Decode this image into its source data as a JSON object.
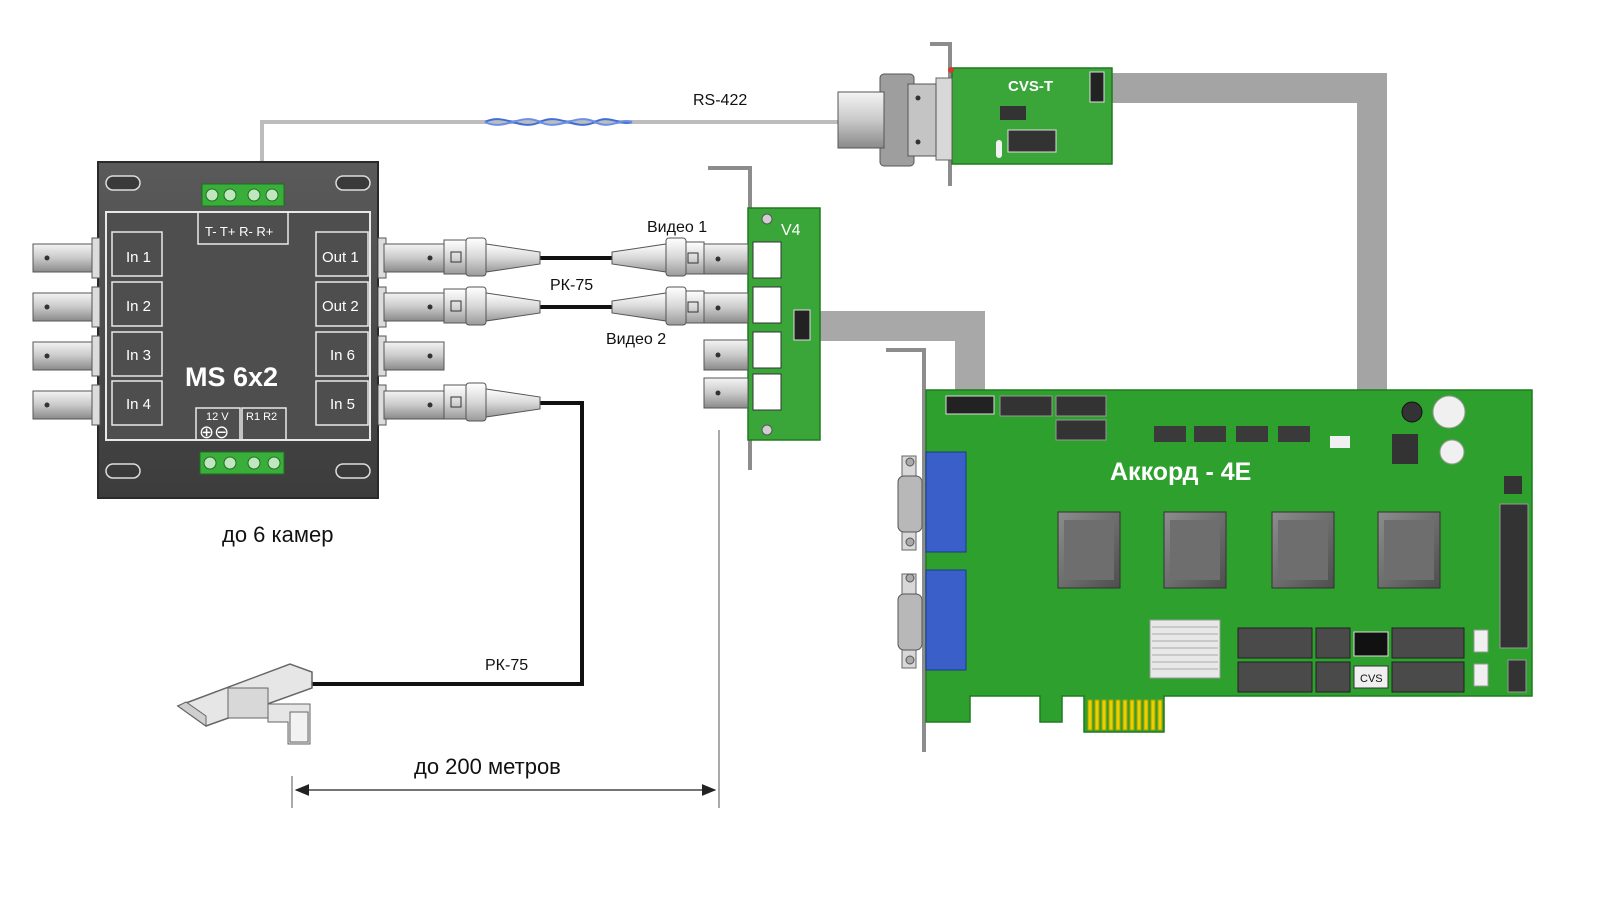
{
  "diagram": {
    "ms_unit": {
      "title": "MS 6x2",
      "inputs": [
        "In 1",
        "In 2",
        "In 3",
        "In 4"
      ],
      "outputs": [
        "Out 1",
        "Out 2",
        "In 6",
        "In 5"
      ],
      "top_terminal_label": "T- T+ R- R+",
      "power_label": "12 V",
      "power_symbols": "⊕⊖",
      "relay_label": "R1 R2",
      "caption": "до 6 камер"
    },
    "cable_labels": {
      "rs422": "RS-422",
      "video1": "Видео 1",
      "video2": "Видео 2",
      "coax_upper": "РК-75",
      "coax_camera": "РК-75"
    },
    "cards": {
      "v4": "V4",
      "cvs_t": "CVS-T",
      "main": "Аккорд - 4E",
      "cvs_connector": "CVS"
    },
    "distance_label": "до 200 метров",
    "colors": {
      "board_green": "#2ea02e",
      "board_edge": "#1e7a1e",
      "unit_dark": "#4a4a4a",
      "ribbon_gray": "#a9a9a9",
      "vga_blue": "#3a5fc8",
      "gold": "#e6d200"
    }
  }
}
